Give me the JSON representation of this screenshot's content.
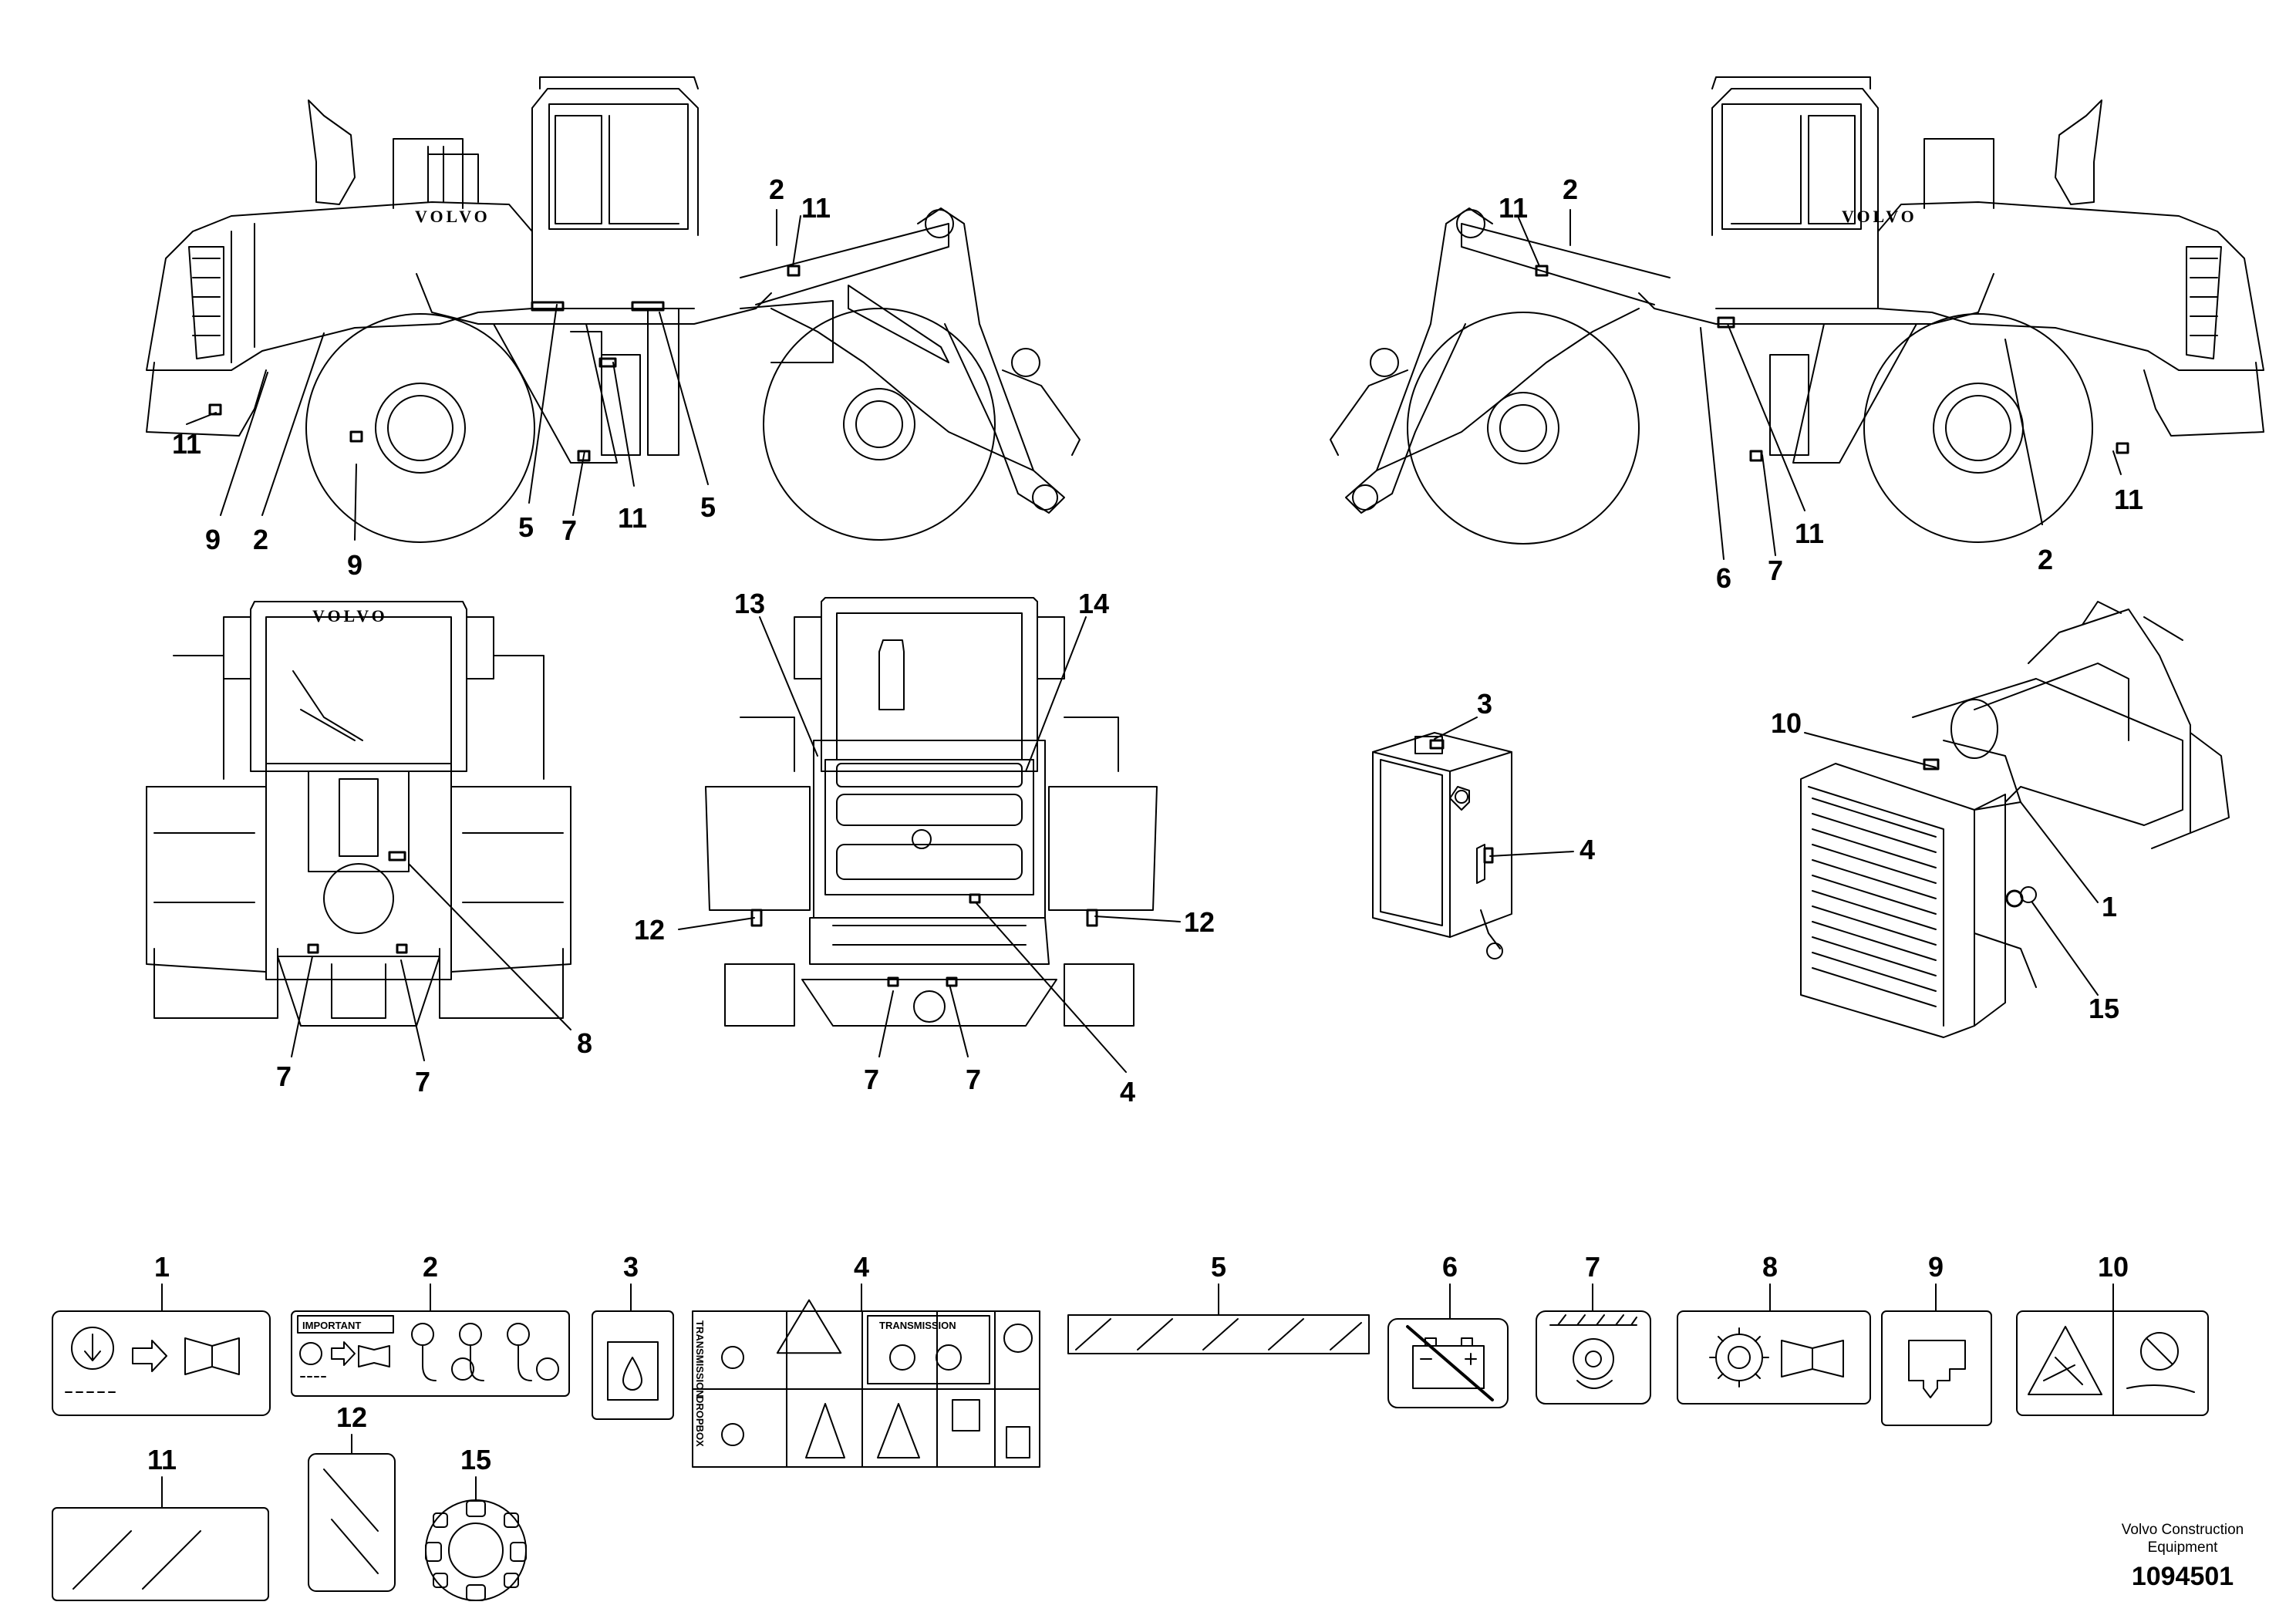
{
  "brand_text": "VOLVO",
  "footer": {
    "company_line1": "Volvo Construction",
    "company_line2": "Equipment",
    "drawing_number": "1094501"
  },
  "label_texts": {
    "important": "IMPORTANT",
    "transmission": "TRANSMISSION",
    "dropbox": "DROPBOX"
  },
  "callouts": {
    "left_view": [
      "2",
      "11",
      "11",
      "9",
      "2",
      "9",
      "5",
      "7",
      "11",
      "5"
    ],
    "right_view": [
      "11",
      "2",
      "6",
      "7",
      "11",
      "2",
      "11"
    ],
    "front_view": [
      "7",
      "7",
      "8"
    ],
    "rear_view": [
      "13",
      "14",
      "12",
      "12",
      "7",
      "7",
      "4"
    ],
    "tank_view": [
      "3",
      "4"
    ],
    "engine_view": [
      "10",
      "1",
      "15"
    ]
  },
  "decal_numbers": [
    "1",
    "2",
    "3",
    "4",
    "5",
    "6",
    "7",
    "8",
    "9",
    "10",
    "11",
    "12",
    "15"
  ]
}
